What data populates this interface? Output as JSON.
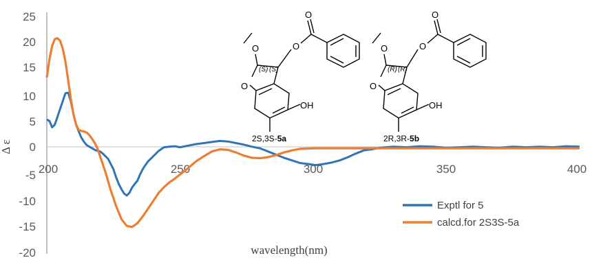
{
  "chart_data": {
    "type": "line",
    "title": "",
    "xlabel": "wavelength(nm)",
    "ylabel": "Δ ε",
    "xlim": [
      200,
      400
    ],
    "ylim": [
      -20,
      25
    ],
    "x_ticks": [
      "200",
      "250",
      "300",
      "350",
      "400"
    ],
    "y_ticks": [
      "25",
      "20",
      "15",
      "10",
      "5",
      "0",
      "-5",
      "-10",
      "-15",
      "-20"
    ],
    "grid": false,
    "legend_position": "bottom-right",
    "series": [
      {
        "name": "Exptl for 5",
        "color": "#2e75b6",
        "x": [
          200,
          201,
          202,
          203,
          204,
          205,
          206,
          207,
          208,
          209,
          210,
          211,
          212,
          213,
          214,
          215,
          216,
          217,
          218,
          219,
          220,
          221,
          222,
          223,
          224,
          225,
          226,
          227,
          228,
          229,
          230,
          231,
          232,
          233,
          234,
          235,
          236,
          237,
          238,
          239,
          240,
          242,
          244,
          246,
          248,
          250,
          253,
          256,
          259,
          262,
          265,
          268,
          271,
          274,
          277,
          280,
          283,
          286,
          289,
          292,
          295,
          298,
          301,
          304,
          307,
          310,
          313,
          316,
          319,
          322,
          325,
          330,
          335,
          340,
          345,
          350,
          355,
          360,
          365,
          370,
          375,
          380,
          385,
          390,
          395,
          400
        ],
        "y": [
          5.5,
          5.2,
          4.0,
          4.5,
          6.0,
          7.5,
          9.0,
          10.5,
          10.6,
          9.0,
          6.5,
          4.5,
          3.2,
          2.0,
          1.2,
          0.6,
          0.3,
          0.0,
          -0.3,
          -0.5,
          -0.6,
          -1.0,
          -1.5,
          -2.0,
          -3.0,
          -4.0,
          -5.5,
          -6.8,
          -7.8,
          -8.6,
          -9.0,
          -8.5,
          -7.5,
          -6.8,
          -6.2,
          -5.0,
          -4.0,
          -3.2,
          -2.5,
          -2.0,
          -1.5,
          -0.5,
          0.2,
          0.3,
          0.4,
          0.2,
          0.5,
          0.8,
          1.0,
          1.2,
          1.4,
          1.3,
          1.0,
          0.7,
          0.3,
          0.0,
          -0.6,
          -1.2,
          -1.8,
          -2.3,
          -2.8,
          -3.0,
          -3.2,
          -3.0,
          -2.7,
          -2.3,
          -1.7,
          -1.0,
          -0.4,
          -0.2,
          0.1,
          0.3,
          0.2,
          0.4,
          0.3,
          0.1,
          0.2,
          0.3,
          0.2,
          0.1,
          0.3,
          0.2,
          0.3,
          0.2,
          0.4,
          0.3
        ]
      },
      {
        "name": "calcd.for 2S3S-5a",
        "color": "#ed7d31",
        "x": [
          200,
          201,
          202,
          203,
          204,
          205,
          206,
          207,
          208,
          209,
          210,
          211,
          212,
          213,
          214,
          215,
          216,
          217,
          218,
          219,
          220,
          222,
          224,
          226,
          228,
          230,
          232,
          234,
          236,
          238,
          240,
          242,
          244,
          246,
          248,
          250,
          253,
          256,
          259,
          262,
          265,
          268,
          271,
          274,
          277,
          280,
          283,
          286,
          289,
          292,
          295,
          300,
          310,
          320,
          330,
          340,
          350,
          360,
          370,
          380,
          390,
          400
        ],
        "y": [
          13.5,
          17.0,
          19.5,
          20.8,
          21.0,
          20.5,
          19.0,
          16.5,
          13.0,
          9.5,
          6.5,
          4.5,
          3.5,
          3.3,
          3.2,
          3.0,
          2.5,
          1.8,
          1.0,
          0.0,
          -1.5,
          -4.5,
          -8.0,
          -11.0,
          -13.5,
          -14.8,
          -15.0,
          -14.3,
          -13.0,
          -11.5,
          -10.0,
          -8.5,
          -7.4,
          -6.5,
          -5.8,
          -5.0,
          -3.8,
          -2.5,
          -1.5,
          -0.6,
          -0.2,
          -0.3,
          -0.8,
          -1.4,
          -1.8,
          -1.9,
          -1.7,
          -1.3,
          -0.8,
          -0.4,
          -0.1,
          0.0,
          0.0,
          0.0,
          0.0,
          0.0,
          0.0,
          0.0,
          0.0,
          0.0,
          0.0,
          0.0
        ]
      }
    ]
  },
  "structures": [
    {
      "methoxy": "O",
      "stereo": [
        "(S)",
        "(S)"
      ],
      "ester_o": "O",
      "carbonyl_o": "O",
      "ring_o": "O",
      "hydroxyl": "OH",
      "label_prefix": "2S,3S-",
      "label_compound": "5a"
    },
    {
      "methoxy": "O",
      "stereo": [
        "(R)",
        "(R)"
      ],
      "ester_o": "O",
      "carbonyl_o": "O",
      "ring_o": "O",
      "hydroxyl": "OH",
      "label_prefix": "2R,3R-",
      "label_compound": "5b"
    }
  ]
}
